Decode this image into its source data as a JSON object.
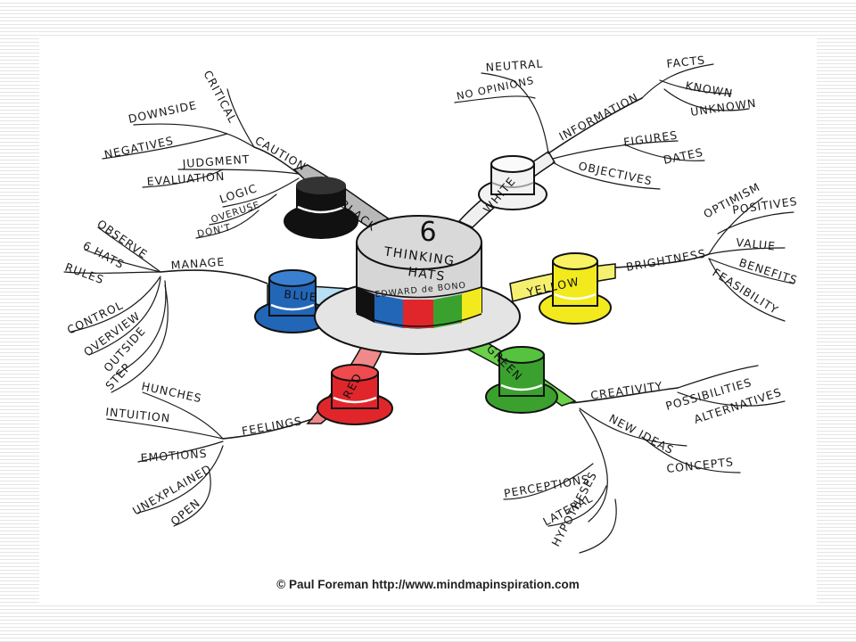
{
  "center": {
    "number": "6",
    "line1": "THINKING",
    "line2": "HATS",
    "author": "EDWARD de BONO"
  },
  "hats": {
    "black": {
      "label": "BLACK",
      "color": "#111111"
    },
    "white": {
      "label": "WHITE",
      "color": "#f4f4f4"
    },
    "yellow": {
      "label": "YELLOW",
      "color": "#f2ea1c"
    },
    "green": {
      "label": "GREEN",
      "color": "#3aa12e"
    },
    "red": {
      "label": "RED",
      "color": "#e1262b"
    },
    "blue": {
      "label": "BLUE",
      "color": "#2266b8"
    }
  },
  "branches": {
    "caution": "CAUTION",
    "critical": "CRITICAL",
    "downside": "DOWNSIDE",
    "negatives": "NEGATIVES",
    "judgment": "JUDGMENT",
    "evaluation": "EVALUATION",
    "logic": "LOGIC",
    "overuse": "OVERUSE",
    "dont": "DON'T",
    "information": "INFORMATION",
    "neutral": "NEUTRAL",
    "no_opinions": "NO OPINIONS",
    "facts": "FACTS",
    "known": "KNOWN",
    "unknown": "UNKNOWN",
    "figures": "FIGURES",
    "dates": "DATES",
    "objectives": "OBJECTIVES",
    "brightness": "BRIGHTNESS",
    "optimism": "OPTIMISM",
    "positives": "POSITIVES",
    "value": "VALUE",
    "benefits": "BENEFITS",
    "feasibility": "FEASIBILITY",
    "creativity": "CREATIVITY",
    "possibilities": "POSSIBILITIES",
    "alternatives": "ALTERNATIVES",
    "new_ideas": "NEW IDEAS",
    "concepts": "CONCEPTS",
    "perceptions": "PERCEPTIONS",
    "lateral": "LATERAL",
    "hypotheses": "HYPOTHESES",
    "feelings": "FEELINGS",
    "hunches": "HUNCHES",
    "intuition": "INTUITION",
    "emotions": "EMOTIONS",
    "unexplained": "UNEXPLAINED",
    "open": "OPEN",
    "manage": "MANAGE",
    "observe": "OBSERVE",
    "six_hats": "6 HATS",
    "rules": "RULES",
    "control": "CONTROL",
    "overview": "OVERVIEW",
    "outside": "OUTSIDE",
    "step": "STEP"
  },
  "credit": "© Paul Foreman http://www.mindmapinspiration.com"
}
